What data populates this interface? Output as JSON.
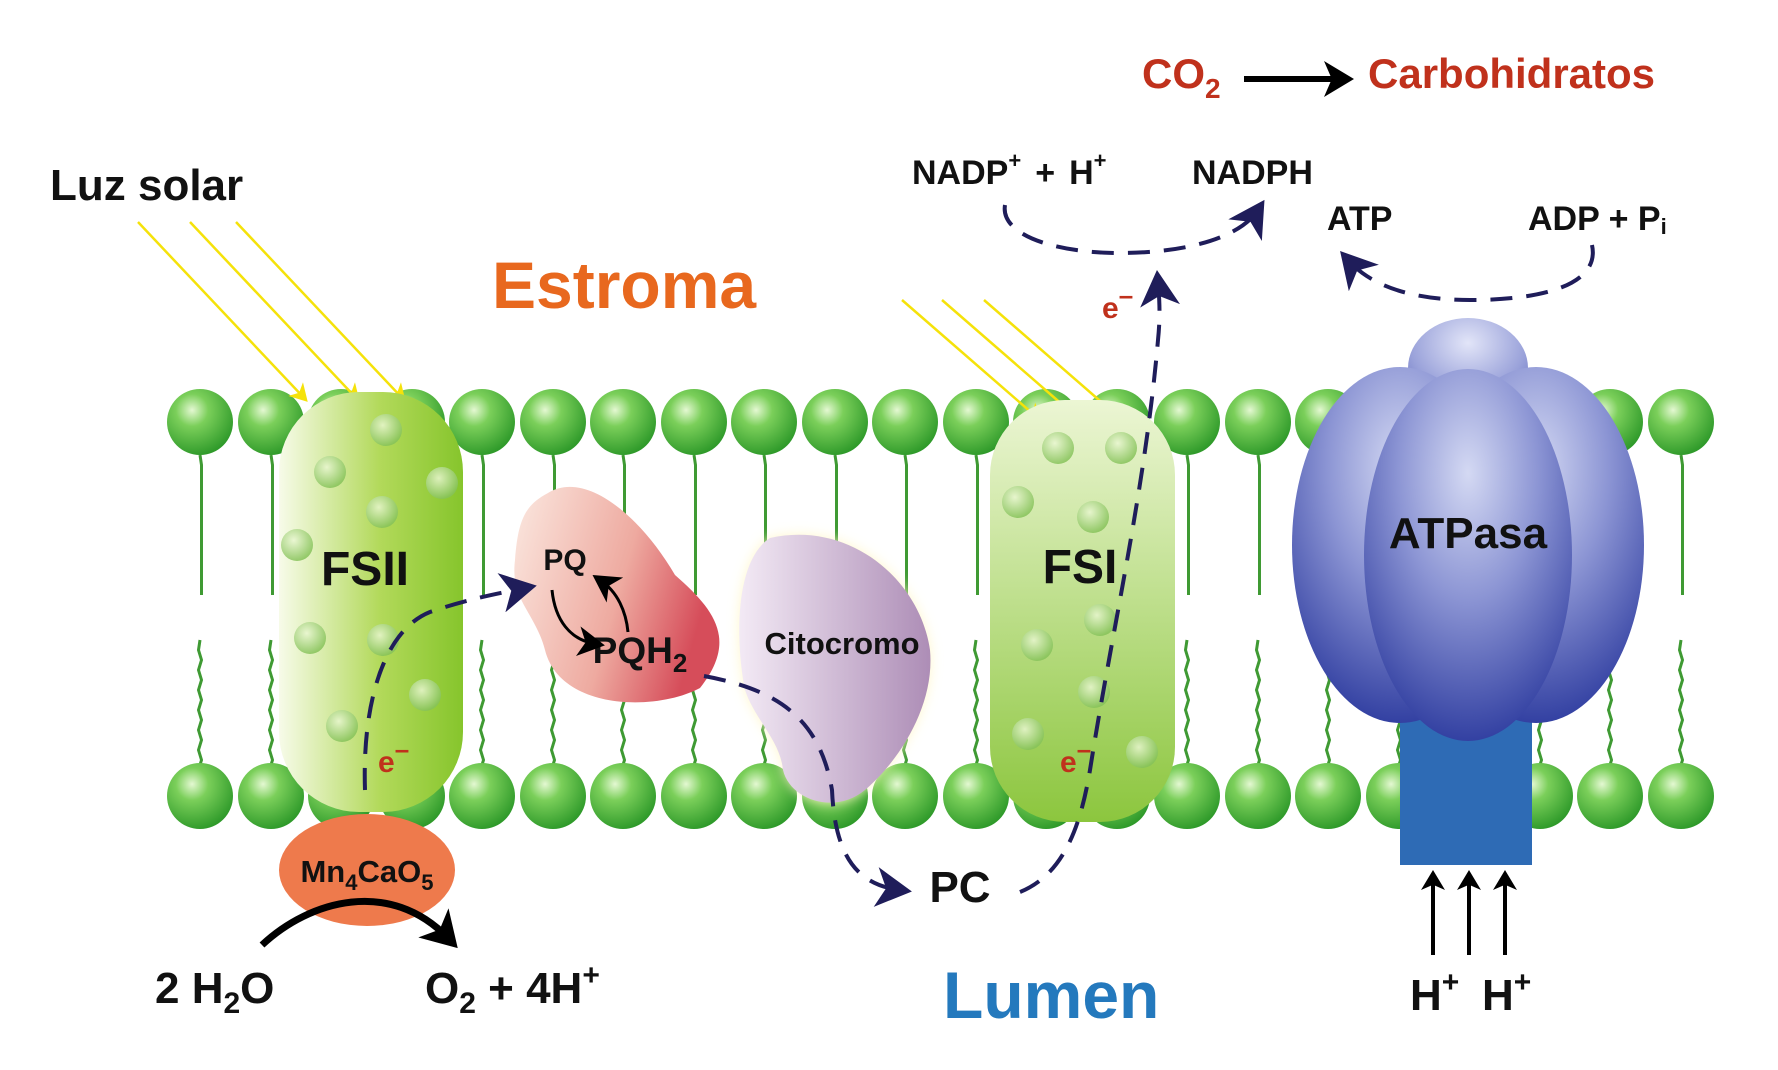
{
  "labels": {
    "sunlight": "Luz solar",
    "stroma": "Estroma",
    "lumen": "Lumen",
    "co2_main": "CO",
    "co2_sub": "2",
    "carbohydrates": "Carbohidratos",
    "nadp": "NADP",
    "nadp_sup": "+",
    "plus": "+",
    "h": "H",
    "h_sup": "+",
    "nadph": "NADPH",
    "atp": "ATP",
    "adp_pi": "ADP + P",
    "pi_sub": "i",
    "electron": "e",
    "electron_sup": "–",
    "fsii": "FSII",
    "pq": "PQ",
    "pqh2_main": "PQH",
    "pqh2_sub": "2",
    "cytochrome": "Citocromo",
    "fsi": "FSI",
    "atpase": "ATPasa",
    "pc": "PC",
    "mn_mn": "Mn",
    "mn_4": "4",
    "mn_cao": "CaO",
    "mn_5": "5",
    "water_2h": "2 H",
    "water_sub": "2",
    "water_o": "O",
    "o2_o": "O",
    "o2_sub": "2",
    "o2_rest": " + 4H",
    "o2_sup": "+",
    "proton_h": "H",
    "proton_sup": "+"
  },
  "colors": {
    "stroma_label": "#e8681e",
    "lumen_label": "#2479bd",
    "co2_label": "#c0311c",
    "electron_label": "#c0311c",
    "lipid_head": "#4cb32e",
    "lipid_tail": "#3f9a33",
    "photosystem": "#8cc63e",
    "pq_complex": "#d95a5f",
    "cytochrome": "#b393bb",
    "atpase_head": "#4b5ab4",
    "atpase_stalk": "#2e6bb5",
    "oec": "#ee7a4c",
    "electron_path": "#1f1d5a",
    "light_ray": "#f5e20a"
  }
}
